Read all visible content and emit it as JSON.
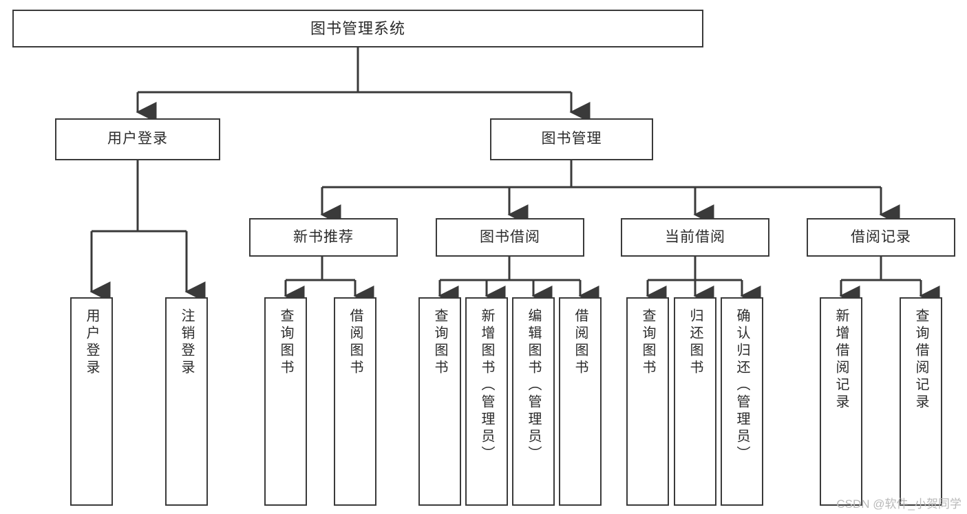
{
  "diagram": {
    "title": "图书管理系统",
    "type": "功能结构图",
    "root": {
      "id": "root",
      "label": "图书管理系统"
    },
    "level1": [
      {
        "id": "user-login",
        "label": "用户登录"
      },
      {
        "id": "book-management",
        "label": "图书管理"
      }
    ],
    "level2": [
      {
        "id": "new-book-recommend",
        "label": "新书推荐",
        "parent": "book-management"
      },
      {
        "id": "book-borrow",
        "label": "图书借阅",
        "parent": "book-management"
      },
      {
        "id": "current-borrow",
        "label": "当前借阅",
        "parent": "book-management"
      },
      {
        "id": "borrow-record",
        "label": "借阅记录",
        "parent": "book-management"
      }
    ],
    "leaves": [
      {
        "id": "leaf-user-login",
        "label": "用户登录",
        "parent": "user-login"
      },
      {
        "id": "leaf-logout-login",
        "label": "注销登录",
        "parent": "user-login"
      },
      {
        "id": "leaf-query-book-1",
        "label": "查询图书",
        "parent": "new-book-recommend"
      },
      {
        "id": "leaf-borrow-book-1",
        "label": "借阅图书",
        "parent": "new-book-recommend"
      },
      {
        "id": "leaf-query-book-2",
        "label": "查询图书",
        "parent": "book-borrow"
      },
      {
        "id": "leaf-add-book",
        "label": "新增图书（管理员）",
        "parent": "book-borrow"
      },
      {
        "id": "leaf-edit-book",
        "label": "编辑图书（管理员）",
        "parent": "book-borrow"
      },
      {
        "id": "leaf-borrow-book-2",
        "label": "借阅图书",
        "parent": "book-borrow"
      },
      {
        "id": "leaf-query-book-3",
        "label": "查询图书",
        "parent": "current-borrow"
      },
      {
        "id": "leaf-return-book",
        "label": "归还图书",
        "parent": "current-borrow"
      },
      {
        "id": "leaf-confirm-return",
        "label": "确认归还（管理员）",
        "parent": "current-borrow"
      },
      {
        "id": "leaf-add-record",
        "label": "新增借阅记录",
        "parent": "borrow-record"
      },
      {
        "id": "leaf-query-record",
        "label": "查询借阅记录",
        "parent": "borrow-record"
      }
    ],
    "colors": {
      "stroke": "#3a3a3a",
      "text": "#2b2b2b",
      "background": "#ffffff",
      "watermark": "#b9b9b9"
    }
  },
  "watermark": {
    "text": "CSDN @软件_小贺同学"
  }
}
